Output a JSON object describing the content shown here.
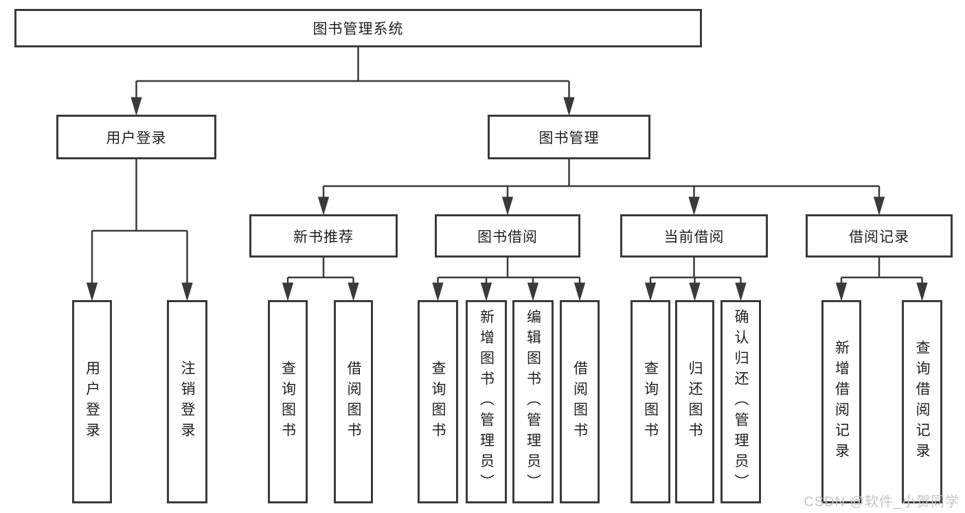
{
  "tree": {
    "root": {
      "label": "图书管理系统",
      "children": [
        {
          "label": "用户登录",
          "children": [
            {
              "label": "用户登录"
            },
            {
              "label": "注销登录"
            }
          ]
        },
        {
          "label": "图书管理",
          "children": [
            {
              "label": "新书推荐",
              "children": [
                {
                  "label": "查询图书"
                },
                {
                  "label": "借阅图书"
                }
              ]
            },
            {
              "label": "图书借阅",
              "children": [
                {
                  "label": "查询图书"
                },
                {
                  "label": "新增图书（管理员）"
                },
                {
                  "label": "编辑图书（管理员）"
                },
                {
                  "label": "借阅图书"
                }
              ]
            },
            {
              "label": "当前借阅",
              "children": [
                {
                  "label": "查询图书"
                },
                {
                  "label": "归还图书"
                },
                {
                  "label": "确认归还（管理员）"
                }
              ]
            },
            {
              "label": "借阅记录",
              "children": [
                {
                  "label": "新增借阅记录"
                },
                {
                  "label": "查询借阅记录"
                }
              ]
            }
          ]
        }
      ]
    }
  },
  "watermark": {
    "text": "CSDN @软件_小贺同学"
  },
  "colors": {
    "line": "#3a3a3a",
    "box_border": "#3a3a3a",
    "text": "#1f1f1f",
    "watermark": "#c4c4c4",
    "background": "#ffffff"
  }
}
